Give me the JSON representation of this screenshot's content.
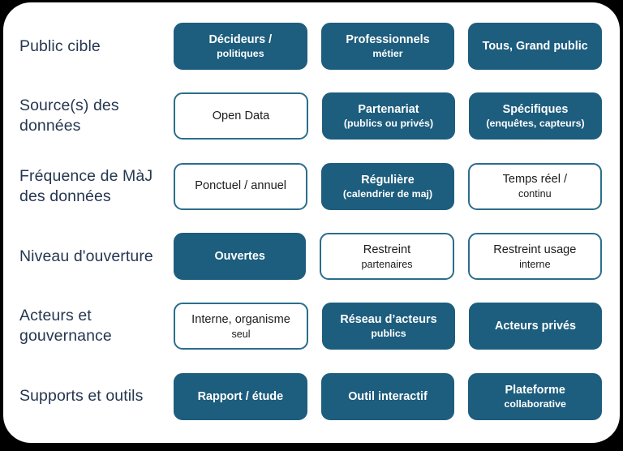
{
  "card": {
    "background": "#ffffff",
    "canvas_background": "#000000",
    "accent_fill": "#1d5d7e",
    "accent_border": "#2b6d8c",
    "label_color": "#253750",
    "outlined_text_color": "#1c1c1c"
  },
  "matrix": {
    "rows": [
      {
        "label": "Public cible",
        "options": [
          {
            "main": "Décideurs /",
            "sub": "politiques",
            "state": "filled"
          },
          {
            "main": "Professionnels",
            "sub": "métier",
            "state": "filled"
          },
          {
            "main": "Tous, Grand public",
            "sub": "",
            "state": "filled"
          }
        ]
      },
      {
        "label": "Source(s) des données",
        "options": [
          {
            "main": "Open Data",
            "sub": "",
            "state": "outlined"
          },
          {
            "main": "Partenariat",
            "sub": "(publics ou privés)",
            "state": "filled"
          },
          {
            "main": "Spécifiques",
            "sub": "(enquêtes, capteurs)",
            "state": "filled"
          }
        ]
      },
      {
        "label": "Fréquence de MàJ des données",
        "options": [
          {
            "main": "Ponctuel / annuel",
            "sub": "",
            "state": "outlined"
          },
          {
            "main": "Régulière",
            "sub": "(calendrier de maj)",
            "state": "filled"
          },
          {
            "main": "Temps réel /",
            "sub": "continu",
            "state": "outlined"
          }
        ]
      },
      {
        "label": "Niveau d'ouverture",
        "options": [
          {
            "main": "Ouvertes",
            "sub": "",
            "state": "filled"
          },
          {
            "main": "Restreint",
            "sub": "partenaires",
            "state": "outlined"
          },
          {
            "main": "Restreint usage",
            "sub": "interne",
            "state": "outlined"
          }
        ]
      },
      {
        "label": "Acteurs et gouvernance",
        "options": [
          {
            "main": "Interne, organisme",
            "sub": "seul",
            "state": "outlined"
          },
          {
            "main": "Réseau d’acteurs",
            "sub": "publics",
            "state": "filled"
          },
          {
            "main": "Acteurs privés",
            "sub": "",
            "state": "filled"
          }
        ]
      },
      {
        "label": "Supports et outils",
        "options": [
          {
            "main": "Rapport / étude",
            "sub": "",
            "state": "filled"
          },
          {
            "main": "Outil interactif",
            "sub": "",
            "state": "filled"
          },
          {
            "main": "Plateforme",
            "sub": "collaborative",
            "state": "filled"
          }
        ]
      }
    ]
  }
}
